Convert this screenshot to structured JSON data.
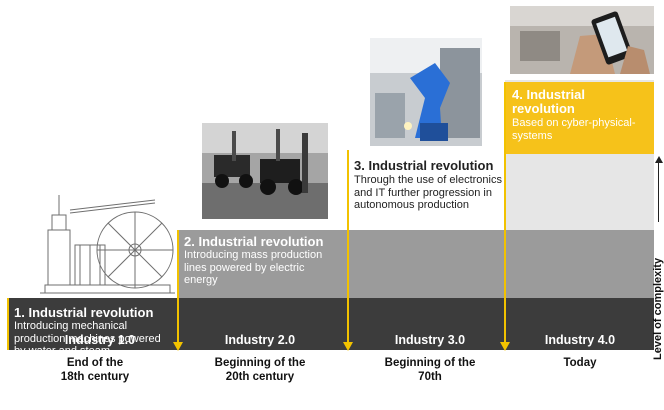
{
  "stages": [
    {
      "title": "1. Industrial revolution",
      "desc_lines": [
        "Introducing mechanical",
        "production machines powered",
        "by water and steam"
      ],
      "industry": "Industry 1.0",
      "era_lines": [
        "End of the",
        "18th century"
      ]
    },
    {
      "title": "2. Industrial revolution",
      "desc_lines": [
        "Introducing mass production",
        "lines powered by electric",
        "energy"
      ],
      "industry": "Industry 2.0",
      "era_lines": [
        "Beginning of the",
        "20th century"
      ]
    },
    {
      "title": "3. Industrial revolution",
      "desc_lines": [
        "Through the use of electronics",
        "and IT further progression in",
        "autonomous production"
      ],
      "industry": "Industry 3.0",
      "era_lines": [
        "Beginning of the",
        "70th"
      ]
    },
    {
      "title_lines": [
        "4. Industrial",
        "revolution"
      ],
      "desc_lines": [
        "Based on cyber-physical-",
        "systems"
      ],
      "industry": "Industry 4.0",
      "era_lines": [
        "Today"
      ]
    }
  ],
  "axis_label": "Level of complexity",
  "colors": {
    "accent": "#f2c200",
    "dark_band": "#3c3c3c",
    "mid_band": "#9b9b9b",
    "light_band": "#e6e6e6"
  }
}
